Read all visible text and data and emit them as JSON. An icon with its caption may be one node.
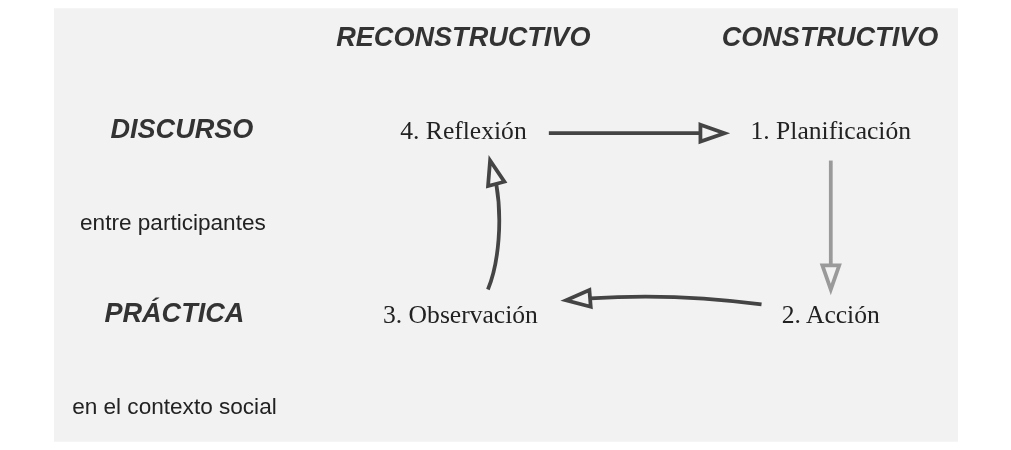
{
  "diagram": {
    "nodes": [
      {
        "text": [
          "4. Reflexión"
        ]
      },
      {
        "text": [
          "1. Planificación"
        ]
      },
      {
        "text": [
          "3. Observación"
        ]
      },
      {
        "text": [
          "2. Acción"
        ]
      }
    ],
    "edges": [
      {
        "from": 0,
        "to": 1,
        "arrow": "to"
      },
      {
        "from": 1,
        "to": 3,
        "arrow": "to",
        "color": "#9a9a9a"
      },
      {
        "from": 3,
        "to": 2,
        "arrow": "to"
      },
      {
        "from": 2,
        "to": 0,
        "arrow": "to"
      }
    ],
    "labels": [
      "RECONSTRUCTIVO",
      "CONSTRUCTIVO",
      "DISCURSO",
      "entre participantes",
      "PRÁCTICA",
      "en el contexto social"
    ]
  }
}
